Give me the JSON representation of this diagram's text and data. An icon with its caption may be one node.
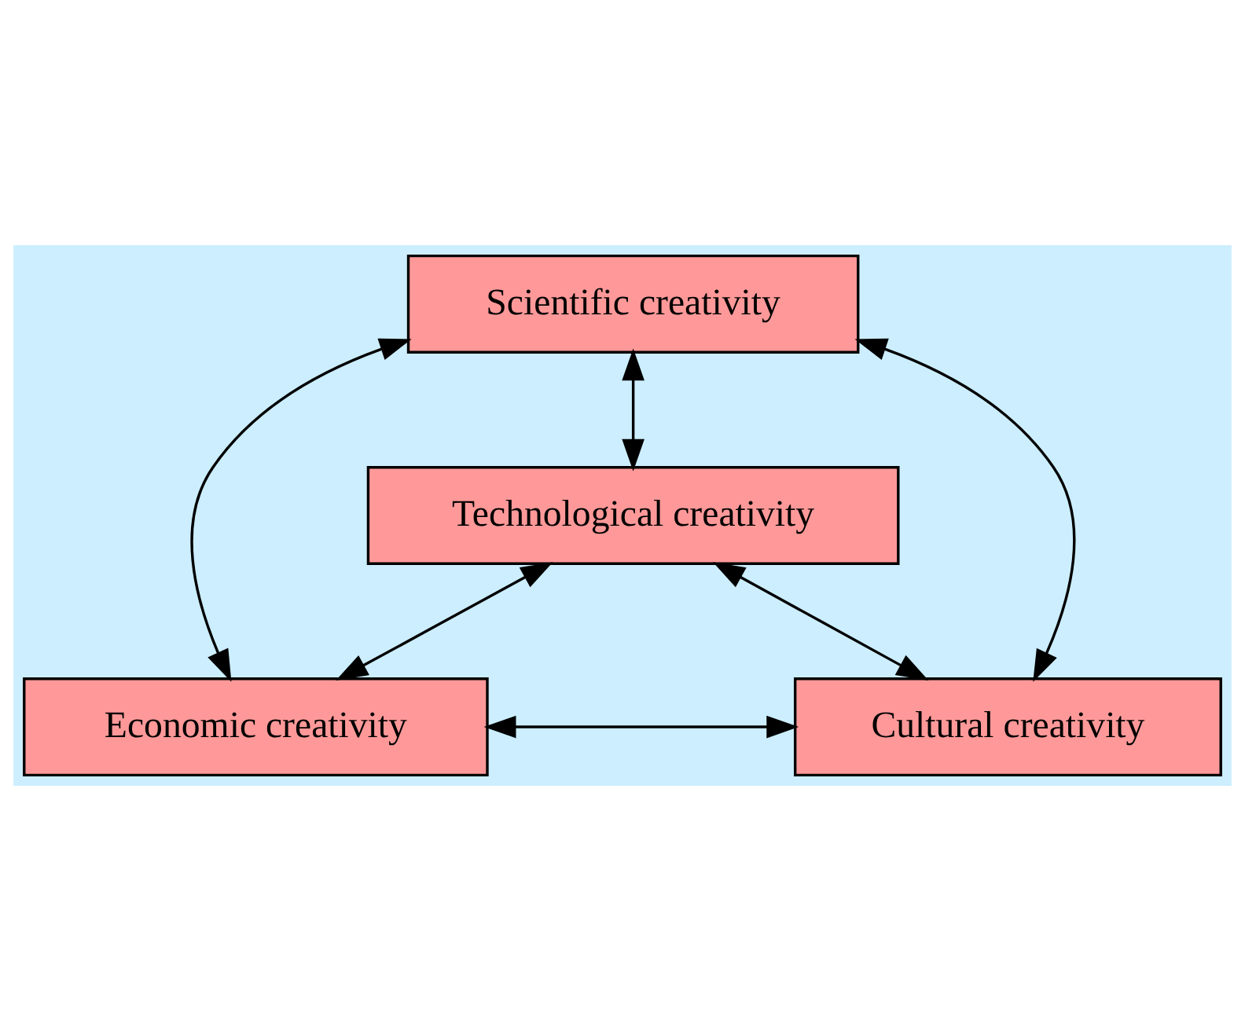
{
  "diagram": {
    "nodes": [
      {
        "text": [
          "Scientific creativity"
        ]
      },
      {
        "text": [
          "Technological creativity"
        ]
      },
      {
        "text": [
          "Economic creativity"
        ]
      },
      {
        "text": [
          "Cultural creativity"
        ]
      }
    ],
    "edges": [
      {
        "from": 0,
        "to": 1,
        "arrow": "both"
      },
      {
        "from": 0,
        "to": 2,
        "arrow": "both"
      },
      {
        "from": 0,
        "to": 3,
        "arrow": "both"
      },
      {
        "from": 1,
        "to": 2,
        "arrow": "both"
      },
      {
        "from": 1,
        "to": 3,
        "arrow": "both"
      },
      {
        "from": 2,
        "to": 3,
        "arrow": "both"
      }
    ]
  }
}
